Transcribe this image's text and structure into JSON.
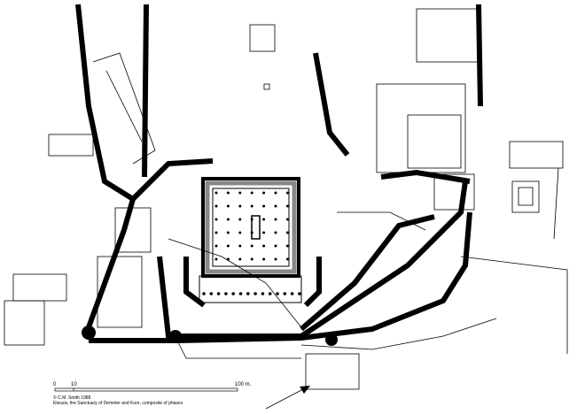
{
  "title": "Eleusis, the Sanctuary of Demeter and Kore, composite of phases",
  "credit": "© C.M. Smith 1988",
  "scale_bar": {
    "labels": [
      "0",
      "10",
      "100 m."
    ]
  },
  "north_arrow": {
    "icon": "north-arrow-icon"
  },
  "colors": {
    "ink": "#000000",
    "hatch": "#888888",
    "paper": "#ffffff"
  }
}
